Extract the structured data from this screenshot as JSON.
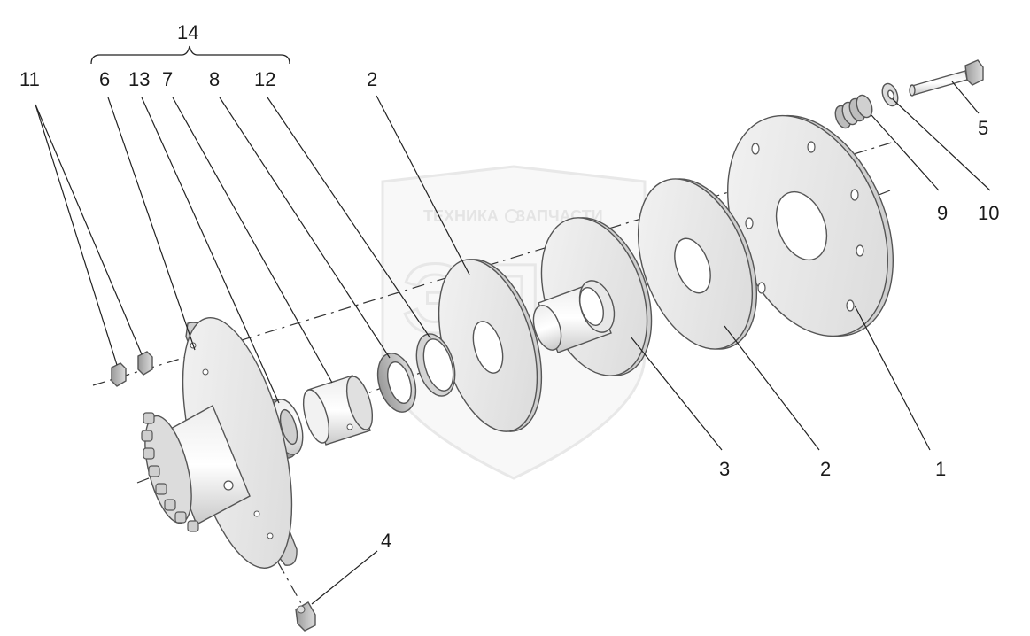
{
  "diagram": {
    "callouts": {
      "c14": "14",
      "c11": "11",
      "c6": "6",
      "c13": "13",
      "c7": "7",
      "c8": "8",
      "c12": "12",
      "c2_top": "2",
      "c5": "5",
      "c9": "9",
      "c10": "10",
      "c3": "3",
      "c2_bottom": "2",
      "c1": "1",
      "c4": "4"
    },
    "watermark": {
      "text_left": "ТЕХНИКА",
      "text_right": "ЗАПЧАСТИ",
      "letters": "ЭПФ"
    }
  }
}
